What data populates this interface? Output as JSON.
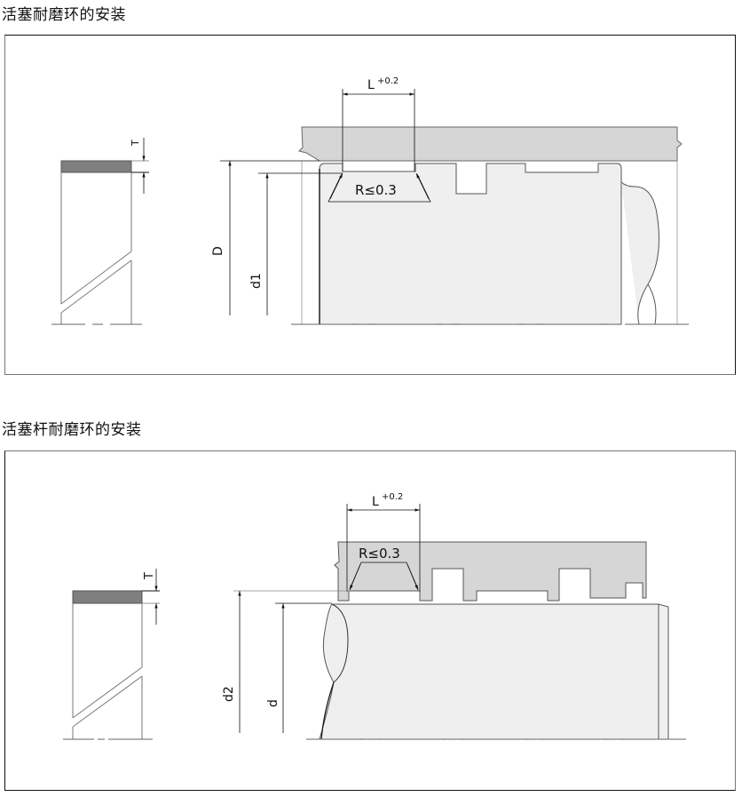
{
  "sections": [
    {
      "title": "活塞耐磨环的安装",
      "labels": {
        "length": "L",
        "tolerance": "+0.2",
        "radius": "R≤0.3",
        "thickness": "T",
        "bore_diameter": "D",
        "groove_diameter": "d1"
      }
    },
    {
      "title": "活塞杆耐磨环的安装",
      "labels": {
        "length": "L",
        "tolerance": "+0.2",
        "radius": "R≤0.3",
        "thickness": "T",
        "groove_diameter": "d2",
        "rod_diameter": "d"
      }
    }
  ],
  "colors": {
    "housing_fill": "#d6d6d6",
    "part_fill": "#efefef",
    "ring_fill": "#808080",
    "line": "#555555",
    "dim_line": "#111111"
  }
}
